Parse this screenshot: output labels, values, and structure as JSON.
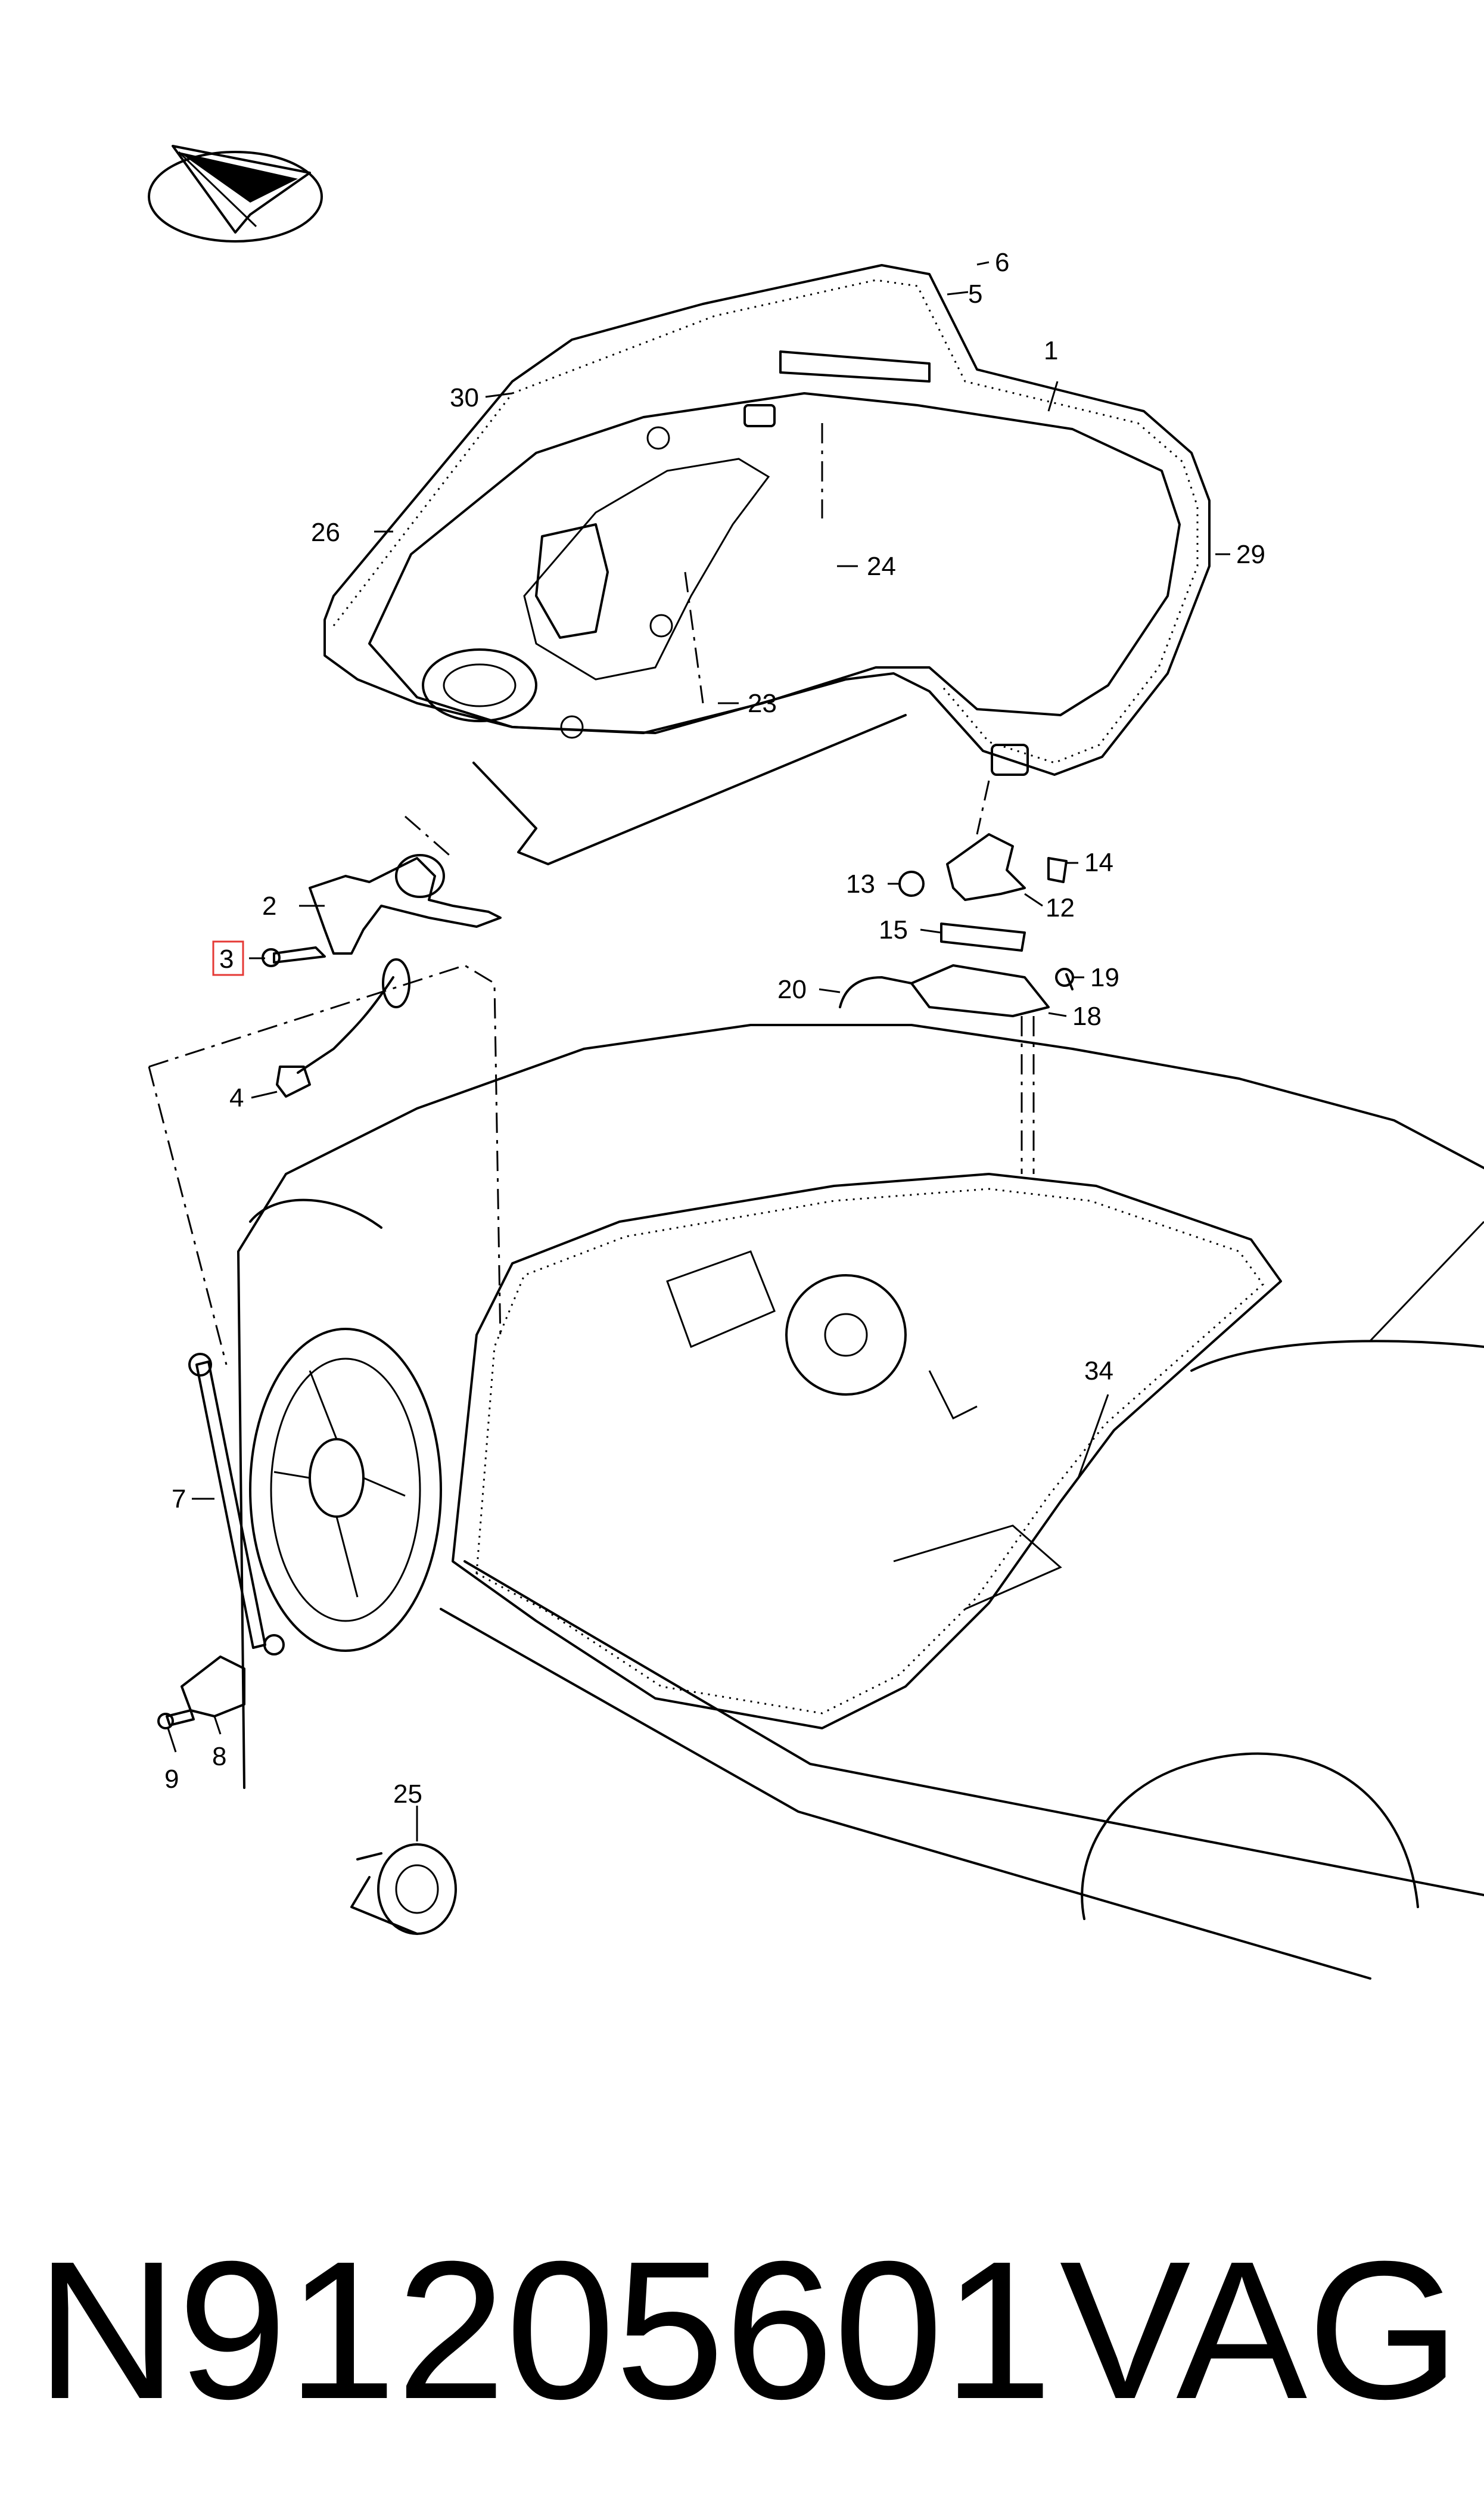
{
  "callouts": [
    {
      "id": "c1",
      "label": "1"
    },
    {
      "id": "c2",
      "label": "2"
    },
    {
      "id": "c3",
      "label": "3",
      "highlight": true
    },
    {
      "id": "c4",
      "label": "4"
    },
    {
      "id": "c5",
      "label": "5"
    },
    {
      "id": "c6",
      "label": "6"
    },
    {
      "id": "c7",
      "label": "7"
    },
    {
      "id": "c8",
      "label": "8"
    },
    {
      "id": "c9",
      "label": "9"
    },
    {
      "id": "c12",
      "label": "12"
    },
    {
      "id": "c13",
      "label": "13"
    },
    {
      "id": "c14",
      "label": "14"
    },
    {
      "id": "c15",
      "label": "15"
    },
    {
      "id": "c18",
      "label": "18"
    },
    {
      "id": "c19",
      "label": "19"
    },
    {
      "id": "c20",
      "label": "20"
    },
    {
      "id": "c23",
      "label": "23"
    },
    {
      "id": "c24",
      "label": "24"
    },
    {
      "id": "c25",
      "label": "25"
    },
    {
      "id": "c26",
      "label": "26"
    },
    {
      "id": "c29",
      "label": "29"
    },
    {
      "id": "c30",
      "label": "30"
    },
    {
      "id": "c34",
      "label": "34"
    }
  ],
  "footer": {
    "part_number": "N91205601",
    "brand": "VAG"
  },
  "colors": {
    "line": "#000000",
    "highlight_box": "#e53935",
    "background": "#ffffff"
  }
}
